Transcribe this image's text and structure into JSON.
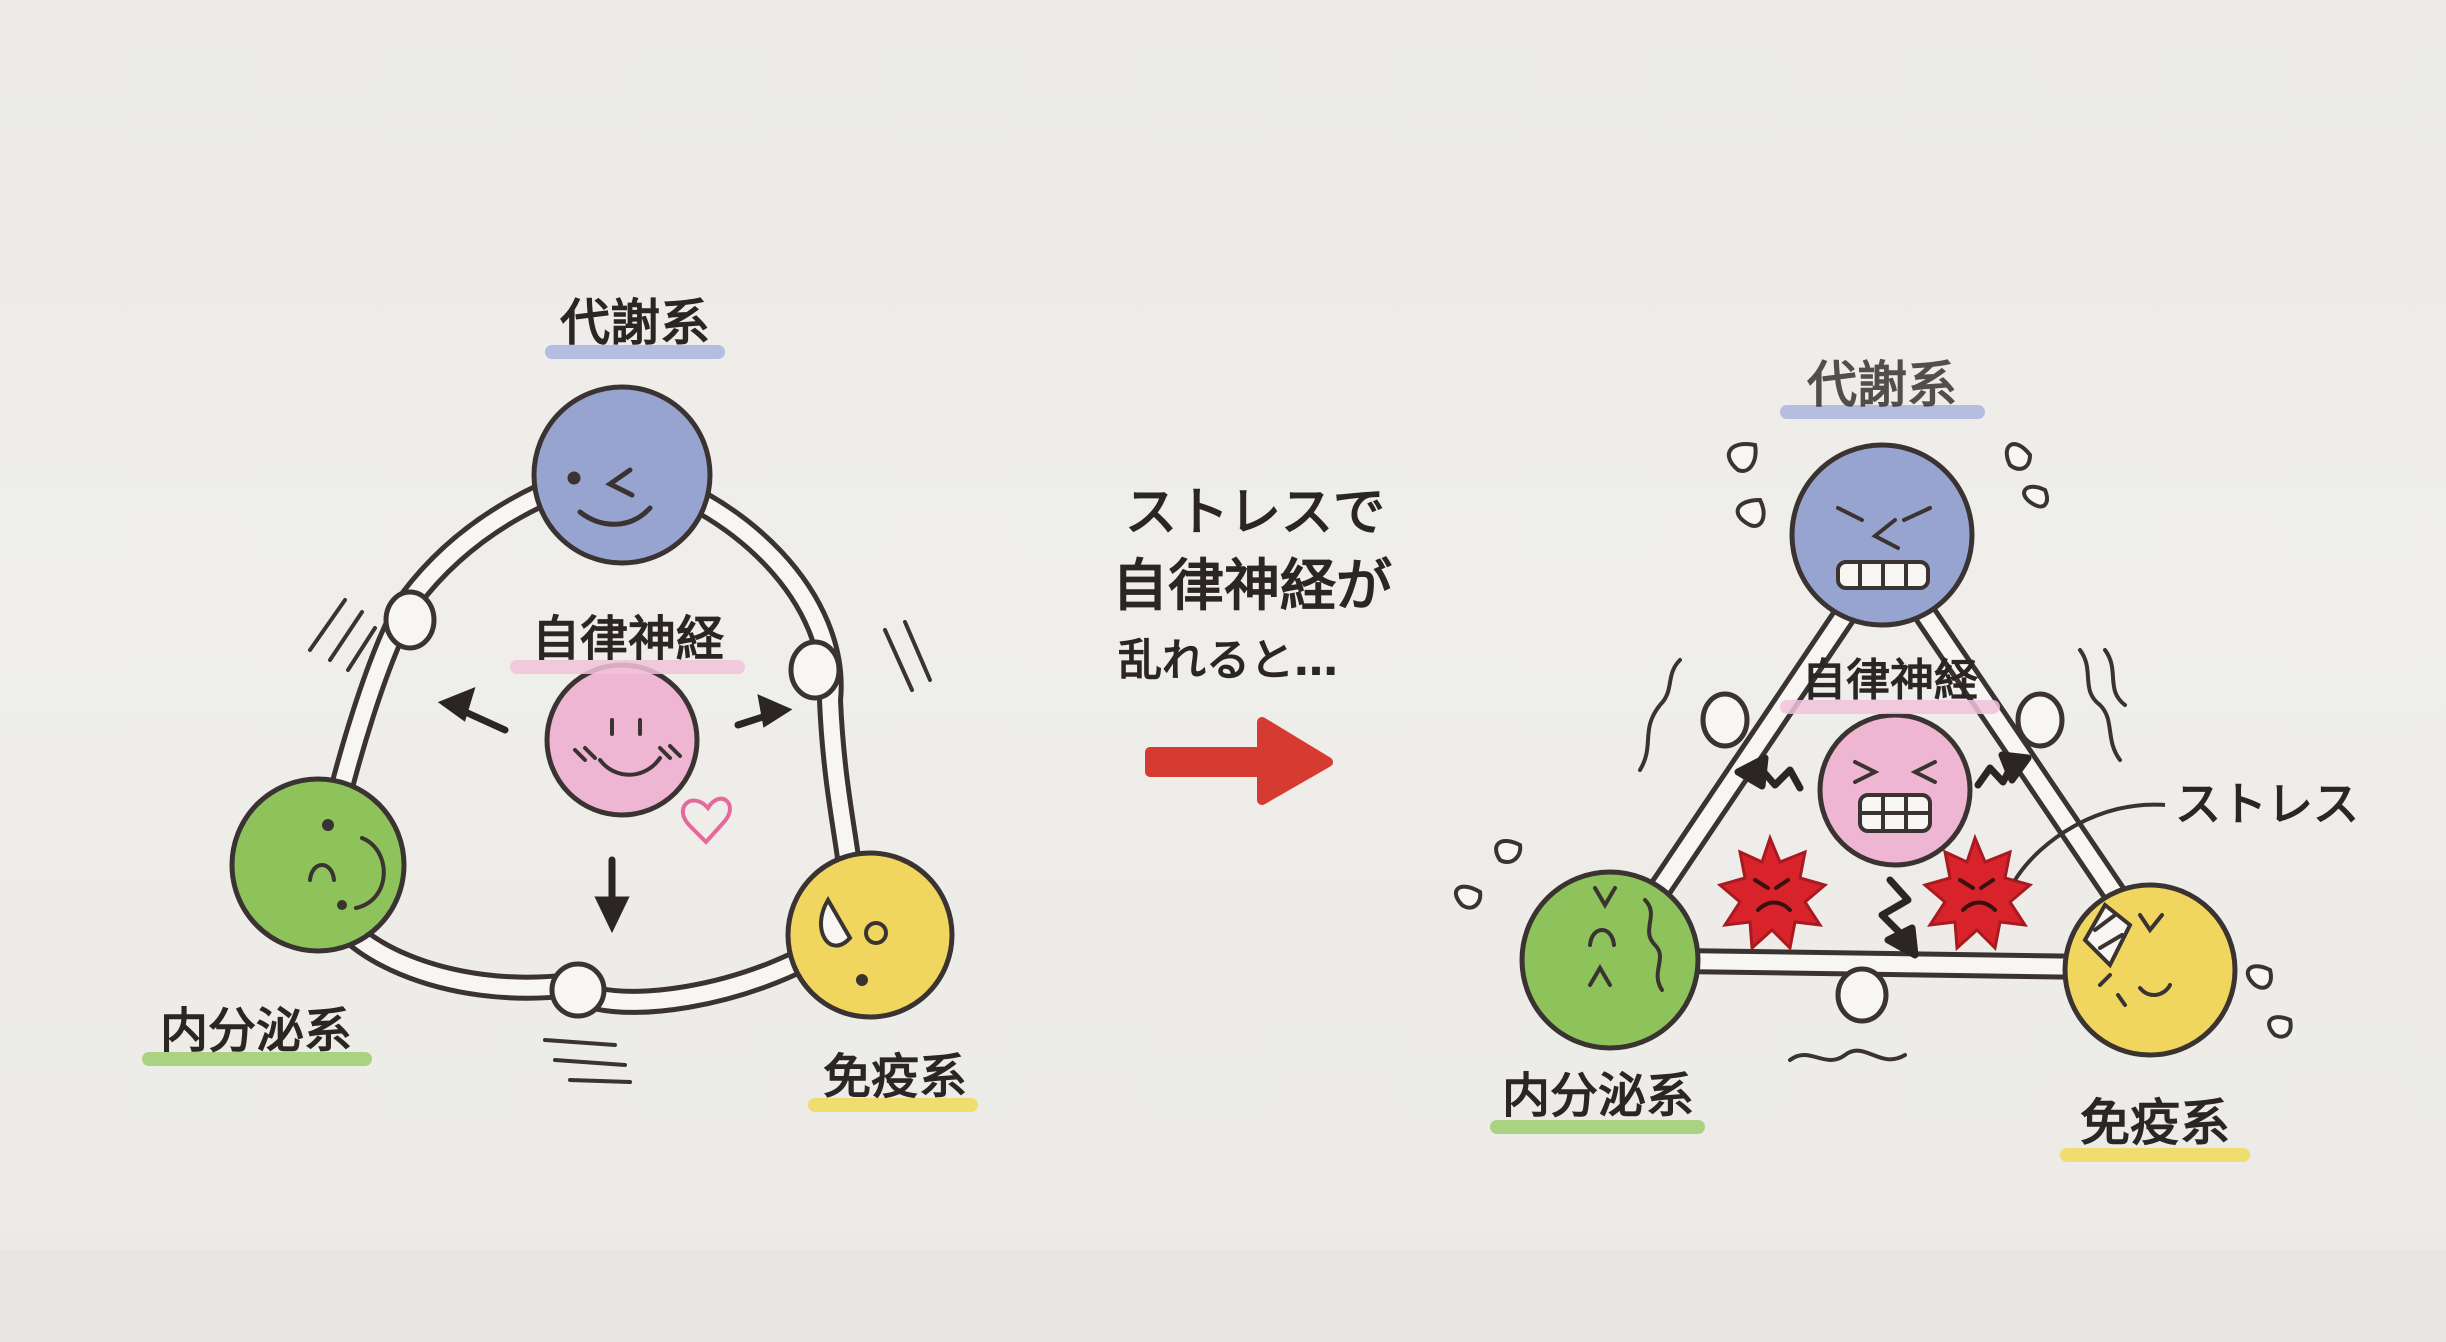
{
  "left": {
    "metabolic_label": "代謝系",
    "autonomic_label": "自律神経",
    "endocrine_label": "内分泌系",
    "immune_label": "免疫系"
  },
  "middle": {
    "caption_line1": "ストレスで",
    "caption_line2": "自律神経が",
    "caption_line3": "乱れると…"
  },
  "right": {
    "metabolic_label": "代謝系",
    "autonomic_label": "自律神経",
    "endocrine_label": "内分泌系",
    "immune_label": "免疫系",
    "stress_label": "ストレス"
  },
  "colors": {
    "metabolic": "#98a4d0",
    "autonomic": "#efb6d4",
    "endocrine": "#8ec25a",
    "immune": "#f0d65e",
    "arrow": "#d63b32",
    "stress": "#d8232a",
    "outline": "#3a3331",
    "underline_blue": "#aab4df",
    "underline_pink": "#f1c2da",
    "underline_green": "#9fcf6e",
    "underline_yellow": "#f1dc63"
  },
  "icons": [
    "smile-face",
    "worried-face",
    "stress-burst",
    "sweat-drop",
    "heart",
    "vibration-lines",
    "squiggle-arrow"
  ]
}
